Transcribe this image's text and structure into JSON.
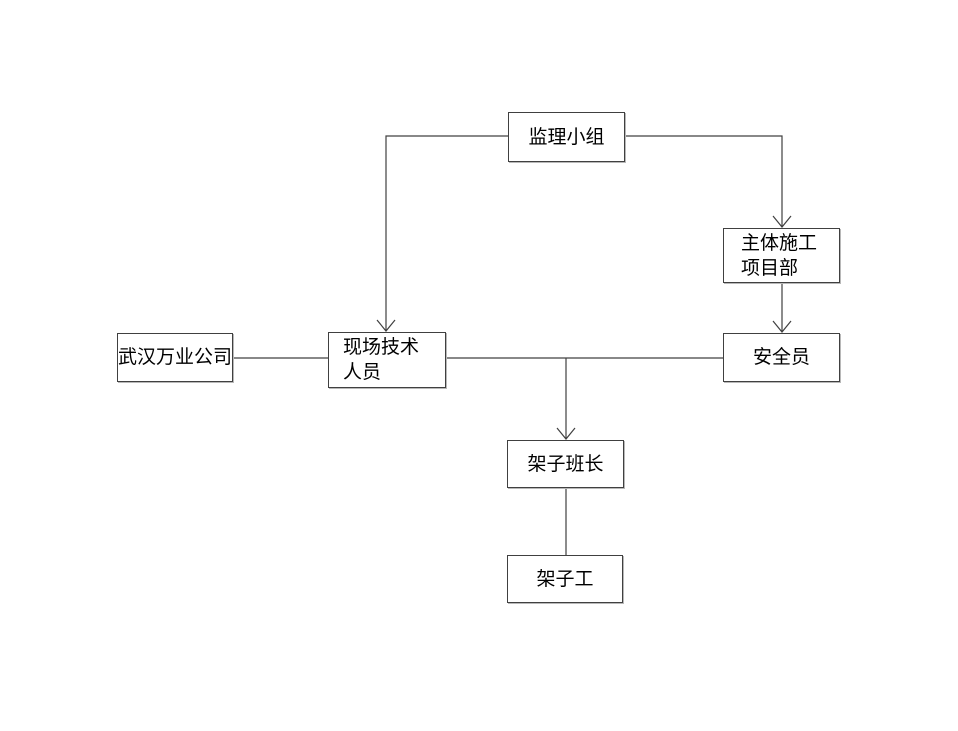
{
  "diagram": {
    "background_color": "#ffffff",
    "line_color": "#404040",
    "box_border_color": "#404040",
    "text_color": "#000000",
    "nodes": {
      "supervision_team": {
        "label": "监理小组"
      },
      "main_construction": {
        "line1": "主体施工",
        "line2": "项目部"
      },
      "wuhan_company": {
        "label": "武汉万业公司"
      },
      "site_technical": {
        "line1": "现场技术",
        "line2": "人员"
      },
      "safety_officer": {
        "label": "安全员"
      },
      "scaffold_foreman": {
        "label": "架子班长"
      },
      "scaffolder": {
        "label": "架子工"
      }
    },
    "edges": [
      {
        "from": "supervision_team",
        "to": "site_technical",
        "arrow": true
      },
      {
        "from": "supervision_team",
        "to": "main_construction",
        "arrow": true
      },
      {
        "from": "main_construction",
        "to": "safety_officer",
        "arrow": true
      },
      {
        "from": "wuhan_company",
        "to": "site_technical",
        "arrow": false
      },
      {
        "from": "site_technical",
        "to": "safety_officer",
        "arrow": false
      },
      {
        "from": "site_technical",
        "to": "scaffold_foreman",
        "arrow": true
      },
      {
        "from": "scaffold_foreman",
        "to": "scaffolder",
        "arrow": false
      }
    ]
  }
}
